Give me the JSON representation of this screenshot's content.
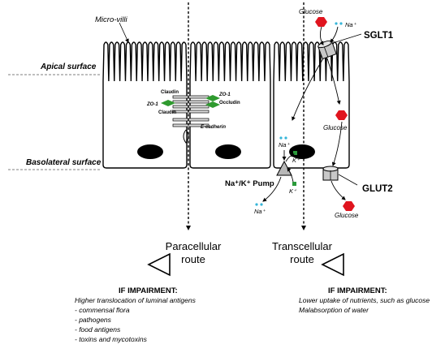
{
  "labels": {
    "micro_villi": "Micro-villi",
    "apical_surface": "Apical surface",
    "basolateral_surface": "Basolateral surface",
    "claudin_top": "Claudin",
    "claudin_bottom": "Claudin",
    "zo1_left": "ZO-1",
    "zo1_right": "ZO-1",
    "occludin": "Occludin",
    "e_cadherin": "E-cadherin",
    "glucose_top": "Glucose",
    "na_top": "Na⁺",
    "sglt1": "SGLT1",
    "glucose_mid": "Glucose",
    "na_mid": "Na⁺",
    "k_plus_upper": "K⁺",
    "k_plus_lower": "K⁺",
    "na_k_pump": "Na⁺/K⁺ Pump",
    "na_bottom": "Na⁺",
    "glut2": "GLUT2",
    "glucose_bottom": "Glucose"
  },
  "routes": {
    "paracellular_line1": "Paracellular",
    "paracellular_line2": "route",
    "transcellular_line1": "Transcellular",
    "transcellular_line2": "route"
  },
  "impairment_left": {
    "heading": "IF IMPAIRMENT:",
    "lines": [
      "Higher translocation of luminal antigens",
      "- commensal flora",
      "- pathogens",
      "- food antigens",
      "- toxins and mycotoxins"
    ]
  },
  "impairment_right": {
    "heading": "IF IMPAIRMENT:",
    "lines": [
      "Lower uptake of nutrients, such as glucose",
      "Malabsorption of water"
    ]
  },
  "colors": {
    "glucose": "#e0141e",
    "zo1": "#2e9a2e",
    "sodium": "#35b5d9",
    "potassium": "#2a9a3a",
    "transporter": "#c8c8c8"
  }
}
